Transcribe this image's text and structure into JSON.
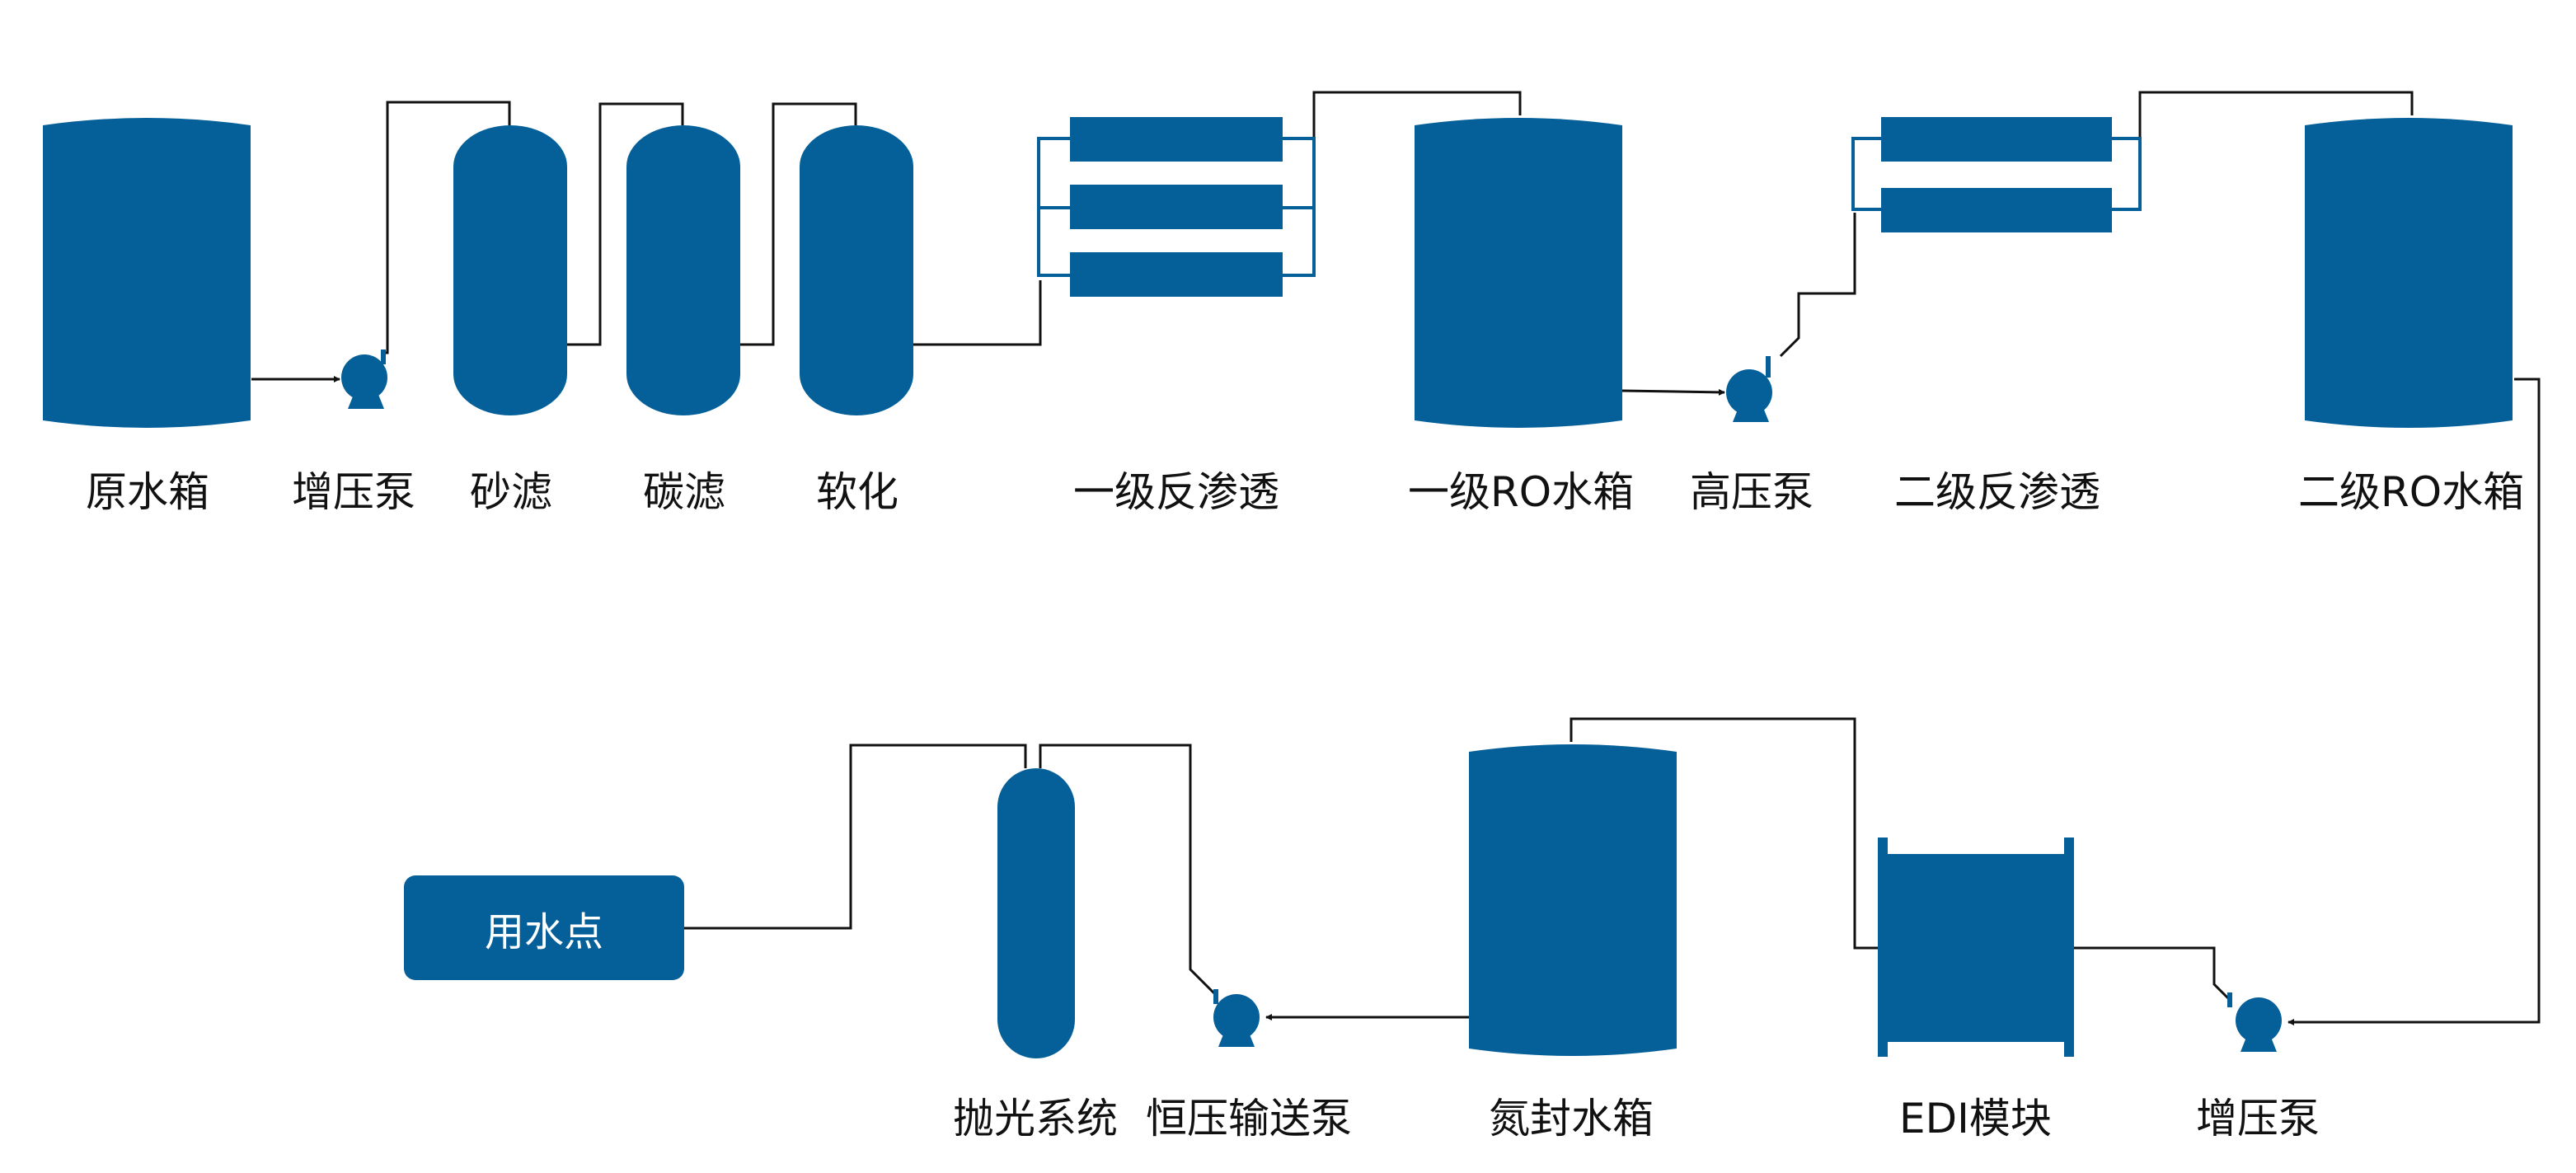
{
  "colors": {
    "equipment": "#05609a",
    "pipe": "#111111",
    "label": "#111111",
    "background": "#ffffff"
  },
  "labels": {
    "raw_water_tank": "原水箱",
    "booster_pump_1": "增压泵",
    "sand_filter": "砂滤",
    "carbon_filter": "碳滤",
    "softener": "软化",
    "ro_stage1": "一级反渗透",
    "ro_tank_1": "一级RO水箱",
    "high_pressure_pump": "高压泵",
    "ro_stage2": "二级反渗透",
    "ro_tank_2": "二级RO水箱",
    "booster_pump_2": "增压泵",
    "edi_module": "EDI模块",
    "nitrogen_tank": "氮封水箱",
    "constant_pressure_pump": "恒压输送泵",
    "polishing_system": "抛光系统",
    "use_point": "用水点"
  }
}
